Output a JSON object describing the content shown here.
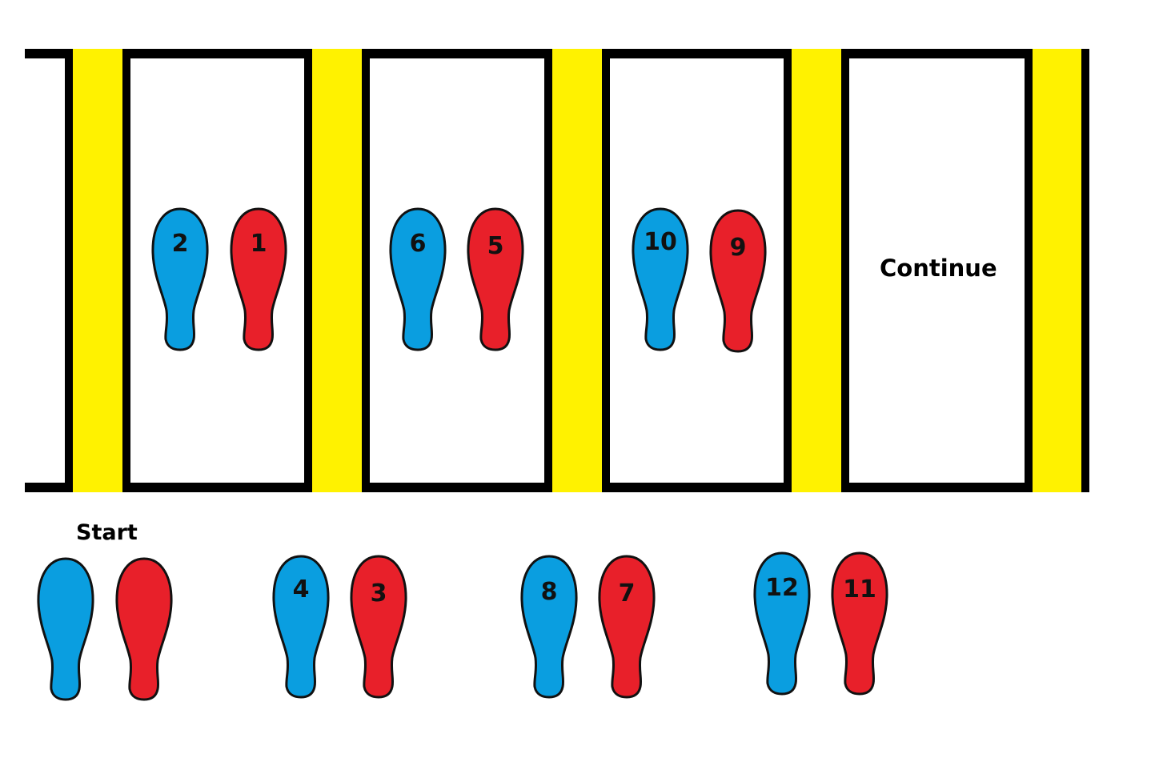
{
  "labels": {
    "continue": "Continue",
    "start": "Start"
  },
  "colors": {
    "left_foot": "#0a9ee0",
    "right_foot": "#e8202a",
    "rung": "#fff200",
    "rail": "#000000"
  },
  "ladder_footprints": [
    {
      "left_label": "2",
      "right_label": "1"
    },
    {
      "left_label": "6",
      "right_label": "5"
    },
    {
      "left_label": "10",
      "right_label": "9"
    }
  ],
  "ground_footprints": [
    {
      "left_label": "",
      "right_label": ""
    },
    {
      "left_label": "4",
      "right_label": "3"
    },
    {
      "left_label": "8",
      "right_label": "7"
    },
    {
      "left_label": "12",
      "right_label": "11"
    }
  ]
}
